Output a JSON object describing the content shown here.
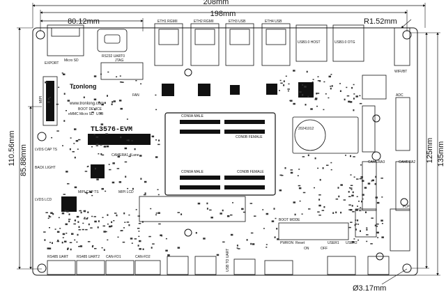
{
  "dimensions": {
    "board_width": "208mm",
    "hole_span": "198mm",
    "left_offset": "80.12mm",
    "corner_radius": "R1.52mm",
    "left_height_a": "110.56mm",
    "left_height_b": "85.88mm",
    "right_height_a": "125mm",
    "right_height_b": "135mm",
    "hole_diameter": "Ø3.17mm"
  },
  "board": {
    "brand": "Tronlong",
    "website": "www.tronlong.com",
    "model": "TL3576-EVM",
    "date_code": "20241012",
    "conn_labels": [
      "CON0A MALE",
      "CON0B FEMALE",
      "CON0A MALE",
      "CON0B FEMALE"
    ],
    "top_labels": [
      "EXPORT",
      "Micro SD",
      "RS232 UART0",
      "JTAG",
      "ETH1 RGMII",
      "ETH2 RGMII",
      "ETH3 USB",
      "ETH4 USB",
      "USB3.0 HOST",
      "USB3.0 OTG",
      "WIFI/BT"
    ],
    "left_labels": [
      "MIPI",
      "LVDS CAP TS",
      "BACK LIGHT",
      "LVDS LCD",
      "MIPI CAP TS",
      "MIPI LCD",
      "CAMERA1 4Lane"
    ],
    "right_labels": [
      "ADC",
      "CAMERA3",
      "CAMERA2",
      "PLP"
    ],
    "bottom_labels": [
      "RS485 UART",
      "RS485 UART2",
      "CAN-FD1",
      "CAN-FD2",
      "USB TO UART",
      "BOOT MODE",
      "PWRON",
      "Reset",
      "ON",
      "OFF",
      "USER1",
      "USER2"
    ],
    "boot_labels": [
      "BOOT DEVICE",
      "eMMC",
      "Micro SD",
      "USB"
    ],
    "fan_label": "FAN"
  },
  "colors": {
    "line": "#111111",
    "background": "#ffffff",
    "fill": "#111111"
  }
}
